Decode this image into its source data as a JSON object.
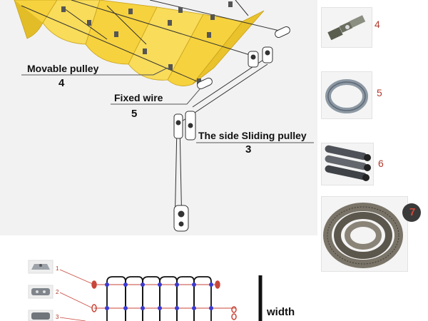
{
  "labels": {
    "movable_pulley": "Movable pulley",
    "movable_pulley_num": "4",
    "fixed_wire": "Fixed wire",
    "fixed_wire_num": "5",
    "side_sliding_pulley": "The side Sliding pulley",
    "side_sliding_pulley_num": "3"
  },
  "thumbnails": [
    {
      "number": "4",
      "icon": "pulley-clamp-icon"
    },
    {
      "number": "5",
      "icon": "wire-coil-icon"
    },
    {
      "number": "6",
      "icon": "steel-tubes-icon"
    },
    {
      "number": "7",
      "icon": "rope-coil-icon"
    }
  ],
  "small_parts": [
    {
      "number": "1",
      "icon": "eye-plate-icon"
    },
    {
      "number": "2",
      "icon": "bracket-icon"
    },
    {
      "number": "3",
      "icon": "pulley-bracket-icon"
    }
  ],
  "dimension": {
    "label": "width"
  },
  "colors": {
    "canopy": "#f6d23e",
    "canopy_shade": "#d8b21f",
    "wire": "#333333",
    "accent": "#b23a2e",
    "node": "#3b3bd1"
  }
}
